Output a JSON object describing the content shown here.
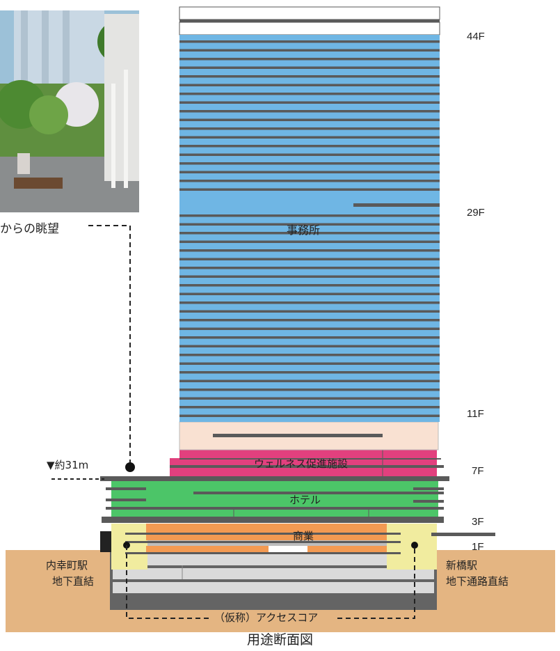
{
  "photo_caption": "からの眺望",
  "elevation_marker": "▼約31m",
  "floors": {
    "f44": "44F",
    "f29": "29F",
    "f11": "11F",
    "f7": "7F",
    "f3": "3F",
    "f1": "1F"
  },
  "zones": {
    "office": "事務所",
    "wellness": "ウェルネス促進施設",
    "hotel": "ホテル",
    "retail": "商業"
  },
  "stations": {
    "left": [
      "内幸町駅",
      "地下直結"
    ],
    "right": [
      "新橋駅",
      "地下通路直結"
    ]
  },
  "access_core": "（仮称）アクセスコア",
  "figure_title": "用途断面図",
  "colors": {
    "office": "#6fb6e4",
    "hotel": "#4cc568",
    "wellness": "#e2407e",
    "retail": "#f39a52",
    "lobby": "#f9e1d2",
    "core": "#f1ec9f",
    "ground": "#e4b582",
    "slab": "#606060"
  }
}
